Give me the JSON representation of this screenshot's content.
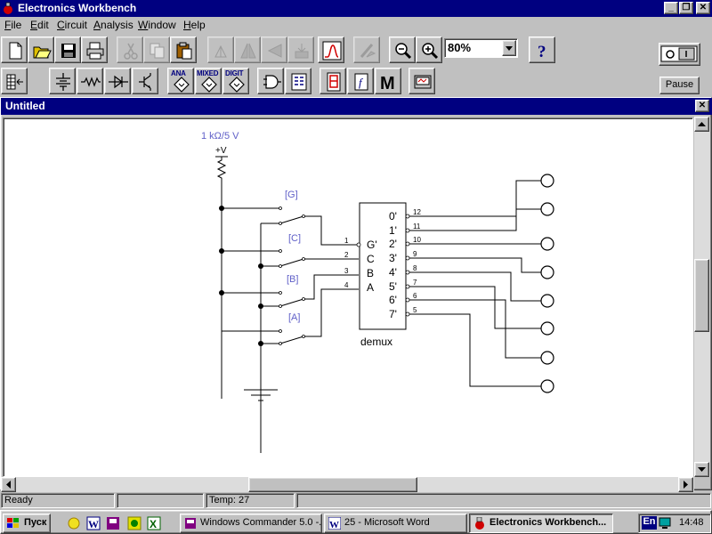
{
  "app": {
    "title": "Electronics Workbench",
    "window_buttons": {
      "minimize": "_",
      "restore": "❐",
      "close": "✕"
    }
  },
  "menu": [
    {
      "label": "File",
      "name": "file"
    },
    {
      "label": "Edit",
      "name": "edit"
    },
    {
      "label": "Circuit",
      "name": "circuit"
    },
    {
      "label": "Analysis",
      "name": "analysis"
    },
    {
      "label": "Window",
      "name": "window"
    },
    {
      "label": "Help",
      "name": "help"
    }
  ],
  "toolbar": {
    "zoom": "80%",
    "help_glyph": "?",
    "pause_label": "Pause",
    "power_glyph": "O|"
  },
  "parts_bin": {
    "analog_label": "ANA",
    "mixed_label": "MIXED",
    "digital_label": "DIGIT",
    "misc_label": "M"
  },
  "document": {
    "title": "Untitled",
    "close_glyph": "✕"
  },
  "circuit": {
    "supply_label": "1 kΩ/5 V",
    "supply_symbol": "+V",
    "switch_labels": [
      "[G]",
      "[C]",
      "[B]",
      "[A]"
    ],
    "input_numbers": [
      "1",
      "2",
      "3",
      "4"
    ],
    "input_pins": [
      "G'",
      "C",
      "B",
      "A"
    ],
    "output_pins": [
      "0'",
      "1'",
      "2'",
      "3'",
      "4'",
      "5'",
      "6'",
      "7'"
    ],
    "output_numbers": [
      "12",
      "11",
      "10",
      "9",
      "8",
      "7",
      "6",
      "5"
    ],
    "chip_label": "demux"
  },
  "status": {
    "ready": "Ready",
    "empty": "",
    "temp": "Temp:  27"
  },
  "taskbar": {
    "start": "Пуск",
    "tasks": [
      "Windows Commander 5.0 -...",
      "25 - Microsoft Word",
      "Electronics Workbench..."
    ],
    "lang": "En",
    "clock": "14:48"
  },
  "colors": {
    "titlebar": "#000080",
    "face": "#c0c0c0",
    "wire": "#000000",
    "label_blue": "#6060c8"
  }
}
